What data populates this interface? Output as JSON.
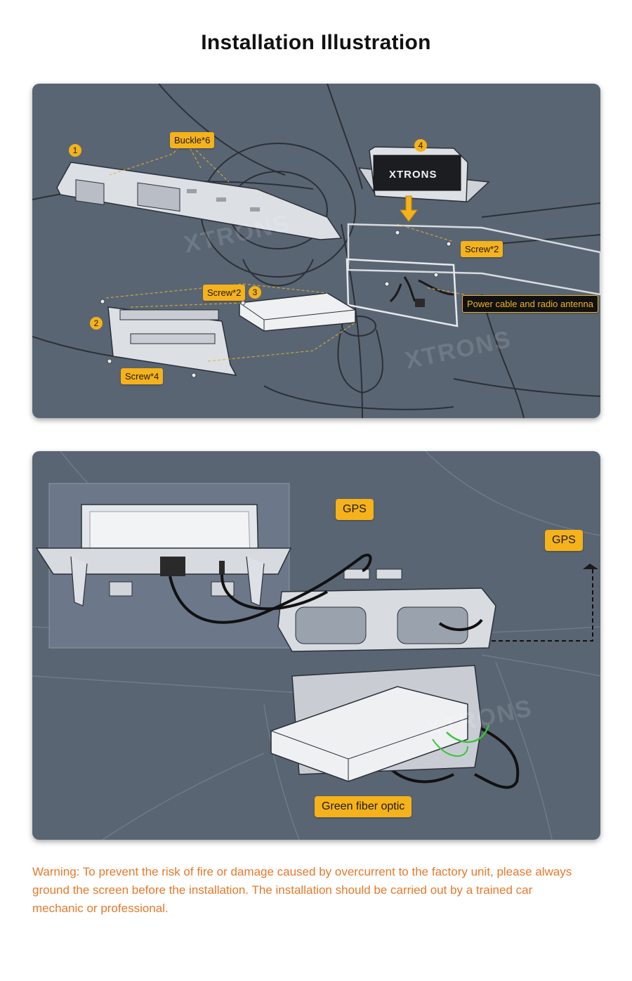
{
  "title": "Installation Illustration",
  "panel_1": {
    "labels": {
      "buckle": "Buckle*6",
      "screw_top_right": "Screw*2",
      "screw_middle": "Screw*2",
      "screw_bottom": "Screw*4",
      "power_cable": "Power cable and radio antenna"
    },
    "steps": [
      "1",
      "2",
      "3",
      "4"
    ],
    "brand": "XTRONS",
    "watermark": "XTRONS"
  },
  "panel_2": {
    "labels": {
      "gps_left": "GPS",
      "gps_right": "GPS",
      "green_fiber": "Green fiber optic"
    },
    "watermark": "XTRONS"
  },
  "warning": "Warning: To prevent the risk of fire or damage caused by overcurrent to the factory unit, please always ground the screen before the installation. The installation should be carried out by a trained car mechanic or professional.",
  "colors": {
    "panel_bg": "#5a6573",
    "accent": "#f5b21a",
    "warning": "#e8792a"
  }
}
